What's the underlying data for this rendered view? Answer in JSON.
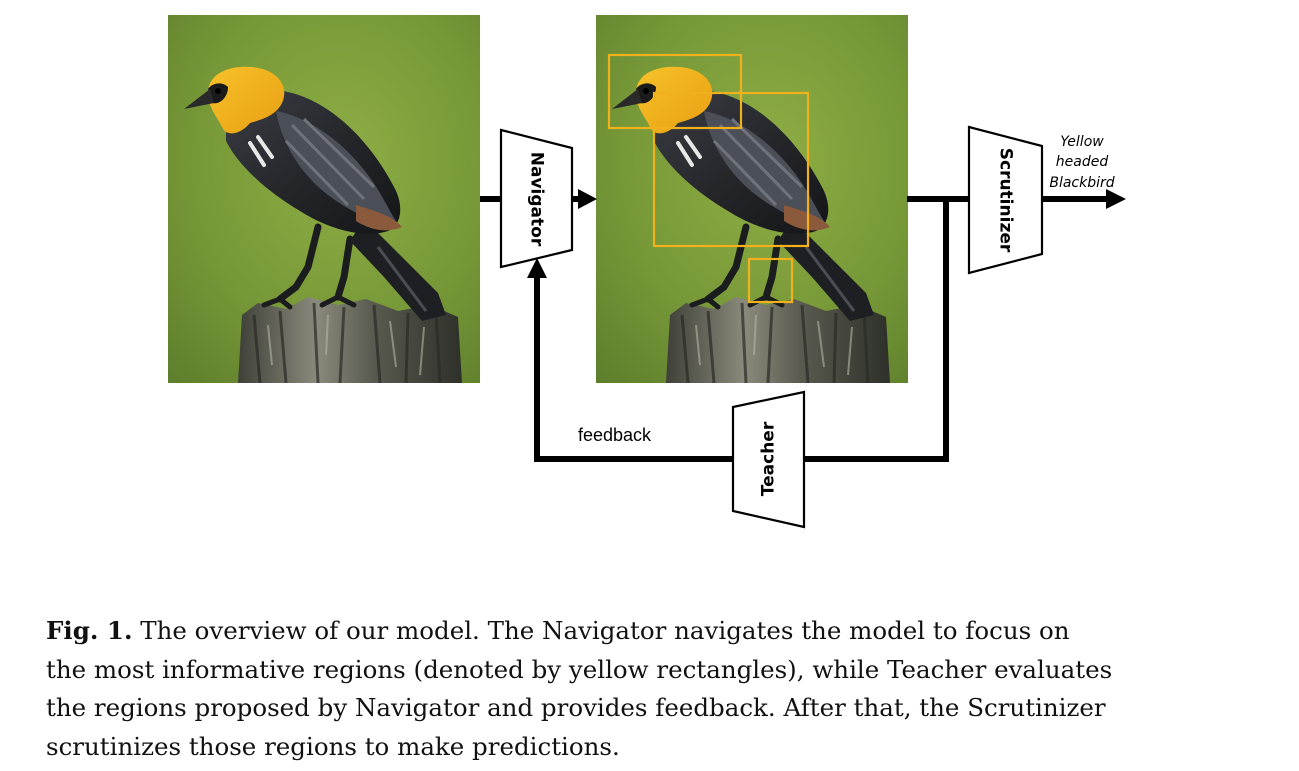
{
  "diagram": {
    "modules": {
      "navigator": "Navigator",
      "scrutinizer": "Scrutinizer",
      "teacher": "Teacher"
    },
    "feedback_label": "feedback",
    "output_label": [
      "Yellow",
      "headed",
      "Blackbird"
    ]
  },
  "caption": {
    "label": "Fig. 1.",
    "lines": [
      "The overview of our model. The Navigator navigates the model to focus on",
      "the most informative regions (denoted by yellow rectangles), while Teacher evaluates",
      "the regions proposed by Navigator and provides feedback. After that, the Scrutinizer",
      "scrutinizes those regions to make predictions."
    ]
  },
  "colors": {
    "background_green": "#7a9a3a",
    "bird_head": "#f2b118",
    "bird_body": "#2b2d31",
    "region_box": "#f0b11c",
    "arrows": "#000000"
  }
}
